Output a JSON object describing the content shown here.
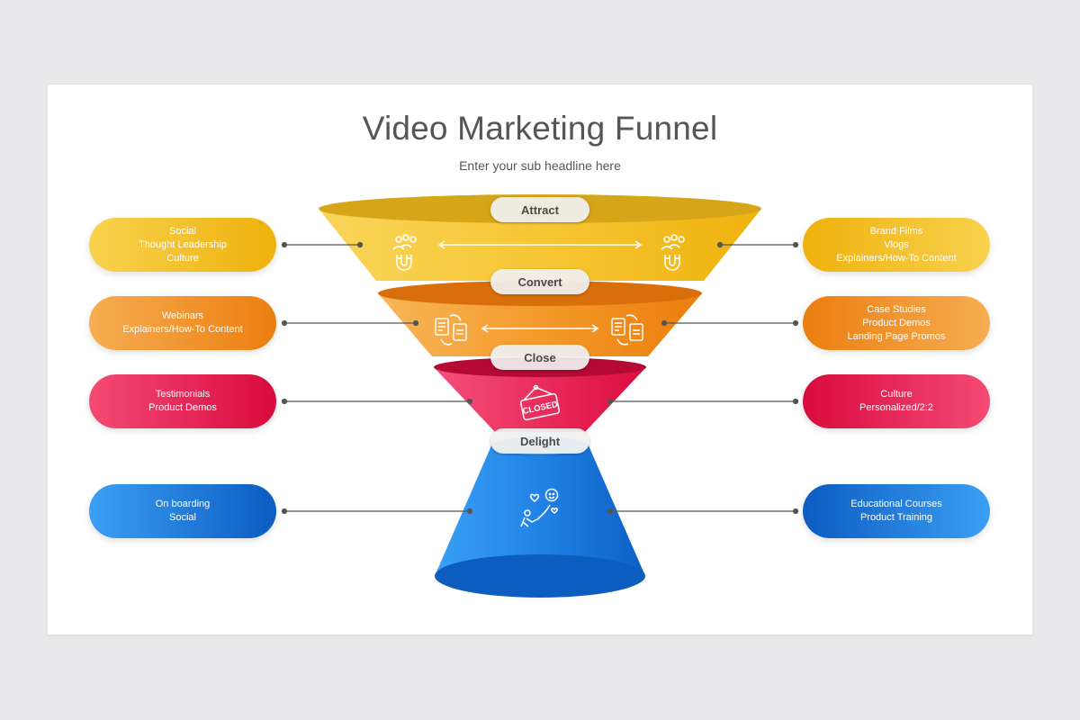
{
  "title": "Video Marketing Funnel",
  "subtitle": "Enter your sub headline here",
  "stages": [
    {
      "label": "Attract",
      "icon": "magnet-audience-icon",
      "color": "#f2b619",
      "left_lines": [
        "Social",
        "Thought Leadership",
        "Culture"
      ],
      "right_lines": [
        "Brand Films",
        "Vlogs",
        "Explainers/How-To Content"
      ]
    },
    {
      "label": "Convert",
      "icon": "documents-exchange-icon",
      "color": "#ef8c14",
      "left_lines": [
        "Webinars",
        "Explainers/How-To Content"
      ],
      "right_lines": [
        "Case Studies",
        "Product Demos",
        "Landing Page Promos"
      ]
    },
    {
      "label": "Close",
      "icon": "closed-sign-icon",
      "closed_sign_text": "CLOSED",
      "color": "#e41f4f",
      "left_lines": [
        "Testimonials",
        "Product Demos"
      ],
      "right_lines": [
        "Culture",
        "Personalized/2:2"
      ]
    },
    {
      "label": "Delight",
      "icon": "happy-climber-icon",
      "color": "#1d79dc",
      "left_lines": [
        "On boarding",
        "Social"
      ],
      "right_lines": [
        "Educational Courses",
        "Product Training"
      ]
    }
  ]
}
